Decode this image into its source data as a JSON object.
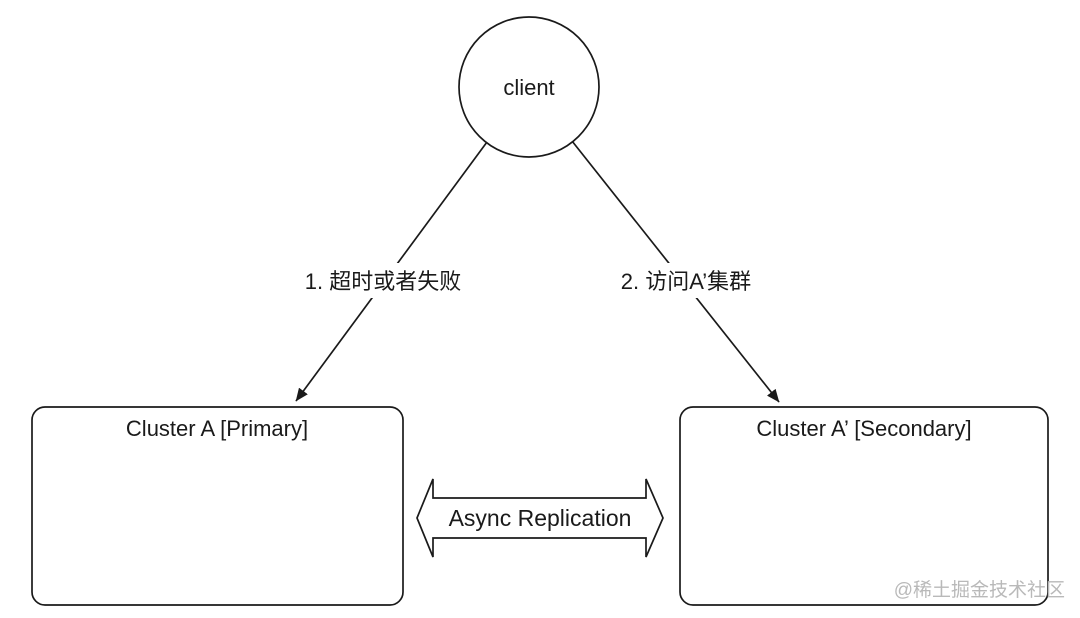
{
  "diagram": {
    "client": {
      "label": "client"
    },
    "edges": {
      "timeout": {
        "label": "1. 超时或者失败"
      },
      "access": {
        "label": "2. 访问A’集群"
      }
    },
    "clusters": {
      "primary": {
        "label": "Cluster A [Primary]"
      },
      "secondary": {
        "label": "Cluster A’ [Secondary]"
      }
    },
    "replication": {
      "label": "Async Replication"
    },
    "watermark": "@稀土掘金技术社区",
    "colors": {
      "stroke": "#1a1a1a",
      "fill": "#ffffff",
      "watermark": "#b9b9b9"
    }
  }
}
